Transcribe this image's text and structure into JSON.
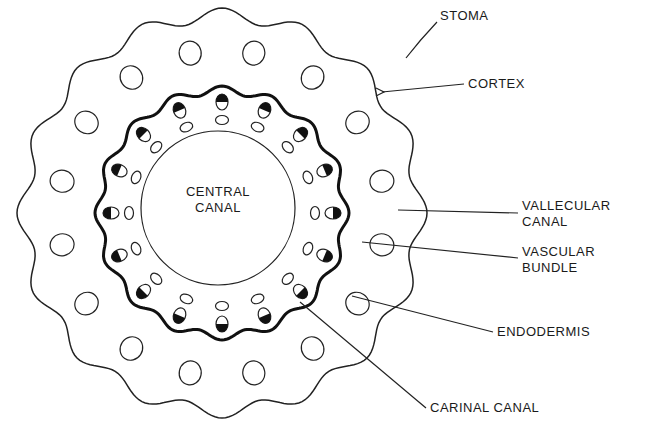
{
  "diagram": {
    "nodes": [
      {
        "text": [
          "CENTRAL CANAL"
        ]
      }
    ],
    "labels": [
      "STOMA",
      "CORTEX",
      "VALLECULAR CANAL",
      "VASCULAR BUNDLE",
      "ENDODERMIS",
      "CARINAL CANAL"
    ]
  }
}
